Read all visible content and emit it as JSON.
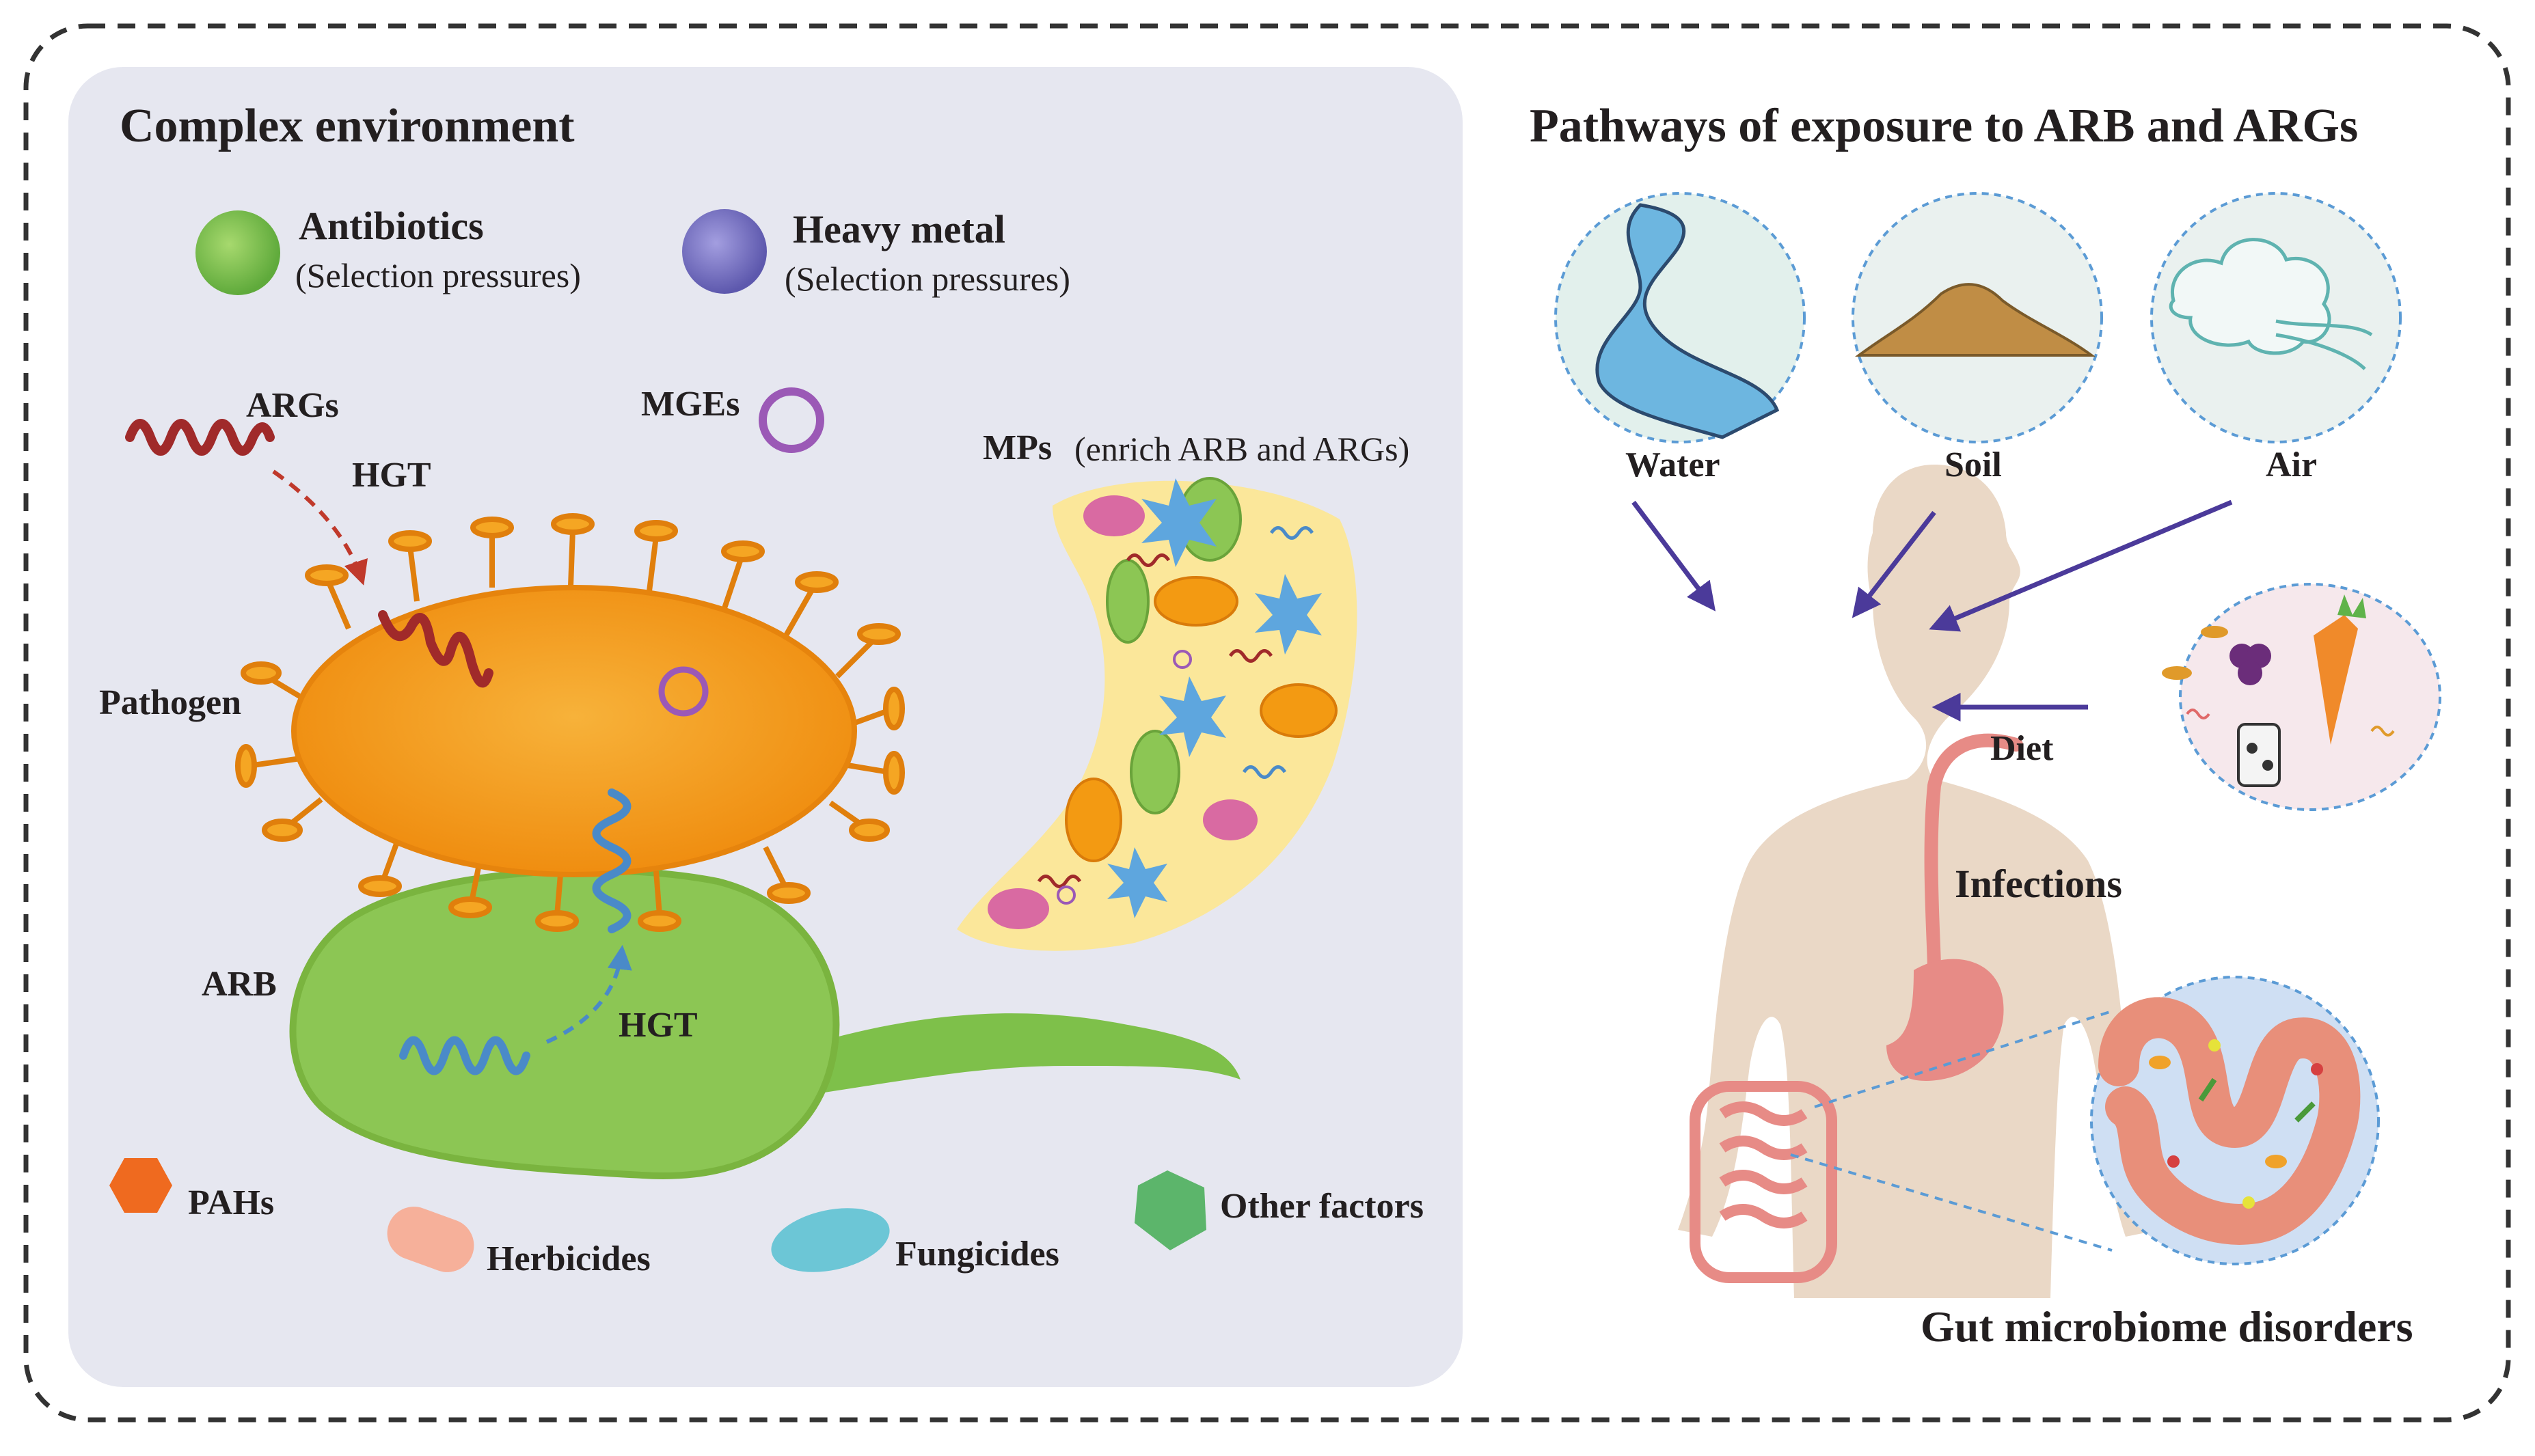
{
  "left_panel": {
    "title": "Complex environment",
    "legend": [
      {
        "id": "antibiotics",
        "label": "Antibiotics",
        "sublabel": "(Selection pressures)",
        "color": "#7dc14b"
      },
      {
        "id": "heavy_metal",
        "label": "Heavy metal",
        "sublabel": "(Selection pressures)",
        "color": "#7a75c4"
      }
    ],
    "labels": {
      "args": "ARGs",
      "hgt_top": "HGT",
      "mges": "MGEs",
      "mps": "MPs",
      "mps_note": "(enrich ARB and ARGs)",
      "pathogen": "Pathogen",
      "arb": "ARB",
      "hgt_bottom": "HGT"
    },
    "factors": [
      {
        "id": "pahs",
        "label": "PAHs",
        "color": "#ef6a1f"
      },
      {
        "id": "herbicides",
        "label": "Herbicides",
        "color": "#f6b09a"
      },
      {
        "id": "fungicides",
        "label": "Fungicides",
        "color": "#6cc6d6"
      },
      {
        "id": "other",
        "label": "Other factors",
        "color": "#5cb56b"
      }
    ]
  },
  "right_panel": {
    "title": "Pathways of exposure to ARB and ARGs",
    "sources": [
      {
        "id": "water",
        "label": "Water"
      },
      {
        "id": "soil",
        "label": "Soil"
      },
      {
        "id": "air",
        "label": "Air"
      },
      {
        "id": "diet",
        "label": "Diet"
      }
    ],
    "outcomes": {
      "infections": "Infections",
      "gut": "Gut microbiome disorders"
    }
  },
  "colors": {
    "panel_bg": "#e6e7f0",
    "pathogen": "#f39a12",
    "arb_cell": "#8cc654",
    "args_red": "#a02a2a",
    "args_blue": "#4a8ac8",
    "mges_purple": "#9b59b6",
    "mps_yellow": "#fbe79a",
    "body": "#ead8c6",
    "arrow_purple": "#4b3a9a"
  }
}
